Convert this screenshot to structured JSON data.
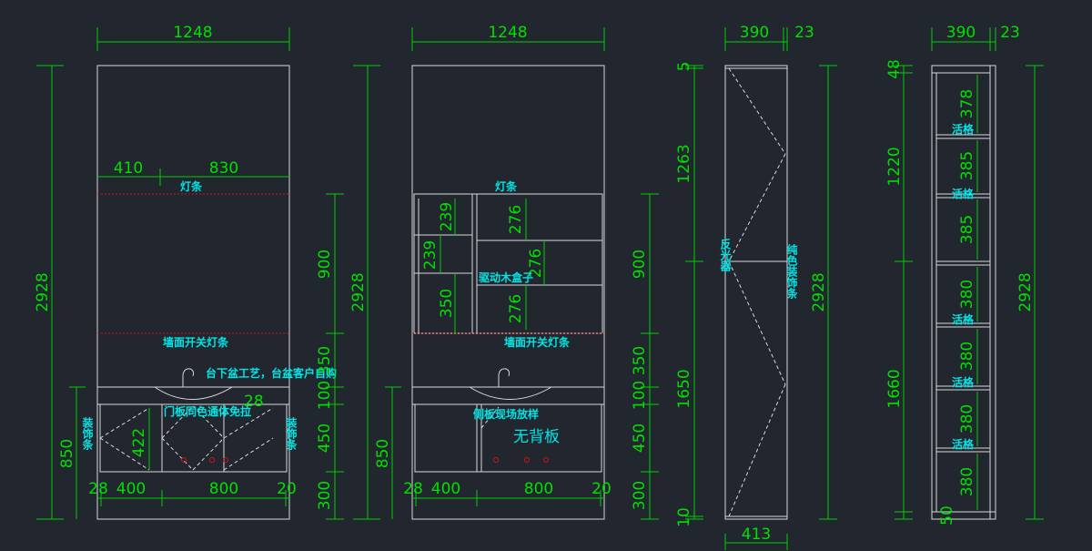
{
  "view1": {
    "top_width": "1248",
    "upper_left": "410",
    "upper_right": "830",
    "light_strip": "灯条",
    "wall_switch_strip": "墙面开关灯条",
    "sink_note": "台下盆工艺，台盆客户自购",
    "door_note": "门板同色通体免拉",
    "deco_left": "装饰条",
    "deco_right": "装饰条",
    "dim_422": "422",
    "dim_28a": "28",
    "bottom": [
      "28",
      "400",
      "800",
      "20"
    ],
    "total_height": "2928",
    "cabinet_height": "850",
    "right_dims": [
      "900",
      "350",
      "100",
      "450",
      "300"
    ]
  },
  "view2": {
    "top_width": "1248",
    "light_strip": "灯条",
    "wall_switch_strip": "墙面开关灯条",
    "left_shelves": [
      "239",
      "239",
      "350"
    ],
    "right_shelves": [
      "276",
      "276",
      "276"
    ],
    "drive_box": "驱动木盒子",
    "shelf_note": "侧板现场放样",
    "no_back": "无背板",
    "bottom": [
      "28",
      "400",
      "800",
      "20"
    ],
    "total_height": "2928",
    "cabinet_height": "850",
    "right_dims": [
      "900",
      "350",
      "100",
      "450",
      "300"
    ]
  },
  "view3": {
    "top": [
      "390",
      "23"
    ],
    "left_dims": [
      "5",
      "1263",
      "1650",
      "10"
    ],
    "mirror_note": "反光器",
    "deco_note": "纯色装饰条",
    "total_height": "2928",
    "bottom_width": "413"
  },
  "view4": {
    "top": [
      "390",
      "23"
    ],
    "left_dims": [
      "48",
      "1220",
      "1660",
      "50"
    ],
    "shelf_dims": [
      "378",
      "385",
      "385",
      "380",
      "380",
      "380",
      "380"
    ],
    "movable": "活格",
    "total_height": "2928"
  }
}
